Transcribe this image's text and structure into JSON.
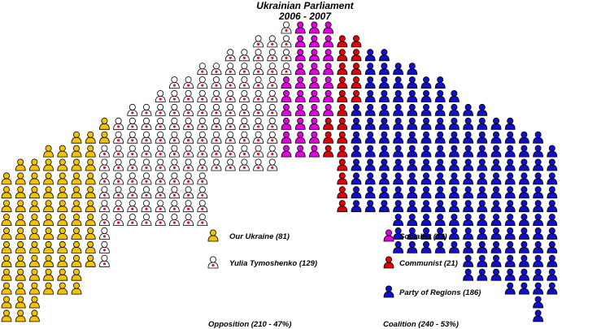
{
  "chart_data": {
    "type": "parliament",
    "title_line1": "Ukrainian Parliament",
    "title_line2": "2006 - 2007",
    "parties": [
      {
        "name": "Our Ukraine",
        "seats": 81,
        "color": "#f2c200",
        "label": "Our Ukraine (81)",
        "style": "solid"
      },
      {
        "name": "Yulia Tymoshenko",
        "seats": 129,
        "color": "#ffffff",
        "accent": "#e0102a",
        "label": "Yulia Tymoshenko (129)",
        "style": "outline-dot"
      },
      {
        "name": "Socialist",
        "seats": 33,
        "color": "#e000e0",
        "label": "Socialist (33)",
        "style": "solid"
      },
      {
        "name": "Communist",
        "seats": 21,
        "color": "#e0000a",
        "label": "Communist (21)",
        "style": "solid"
      },
      {
        "name": "Party of Regions",
        "seats": 186,
        "color": "#1010c8",
        "label": "Party of Regions (186)",
        "style": "solid"
      }
    ],
    "groups": [
      {
        "name": "Opposition",
        "label": "Opposition (210 - 47%)",
        "seats": 210,
        "percent": 47
      },
      {
        "name": "Coalition",
        "label": "Coalition (240 - 53%)",
        "seats": 240,
        "percent": 53
      }
    ],
    "total_seats": 450,
    "legend_placement": "center"
  }
}
